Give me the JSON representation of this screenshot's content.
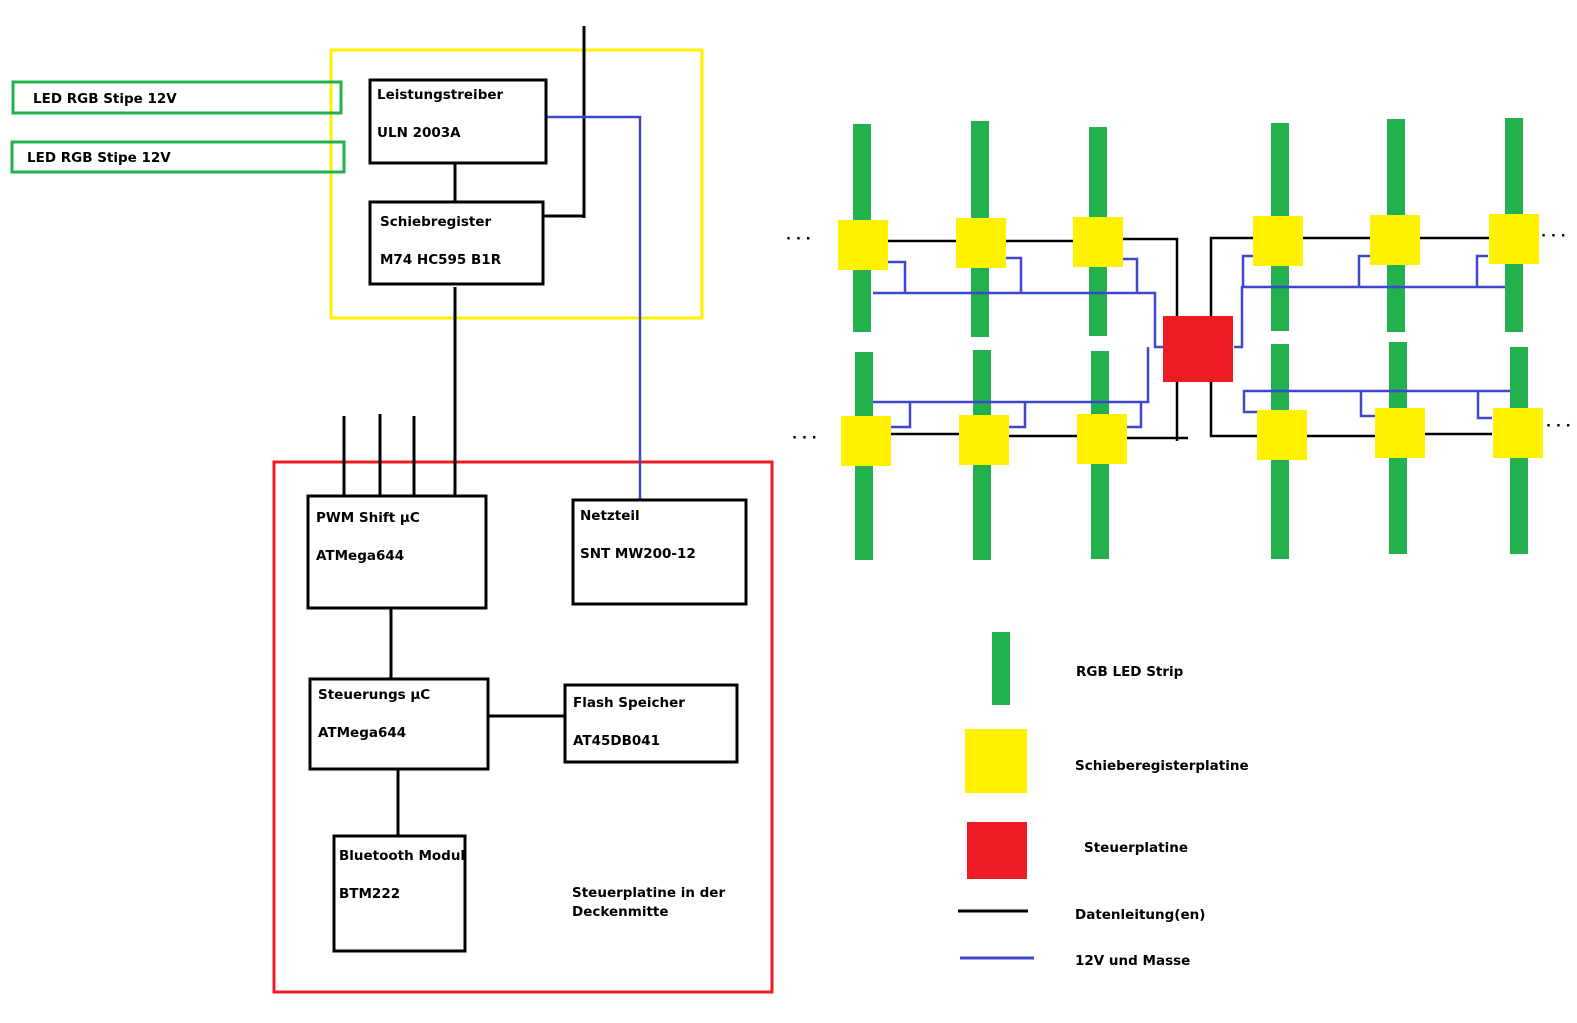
{
  "colors": {
    "led_strip": "#22b14c",
    "shift_board": "#fff200",
    "control_board": "#ed1c24",
    "data_line": "#000000",
    "power_line": "#3f48cc",
    "yellow_frame": "#fff200",
    "red_frame": "#ed1c24",
    "green_frame": "#22b14c"
  },
  "strips": {
    "strip1": "LED RGB Stipe 12V",
    "strip2": "LED RGB Stipe 12V"
  },
  "blocks": {
    "driver": {
      "title": "Leistungstreiber",
      "part": "ULN 2003A"
    },
    "shift": {
      "title": "Schiebregister",
      "part": "M74 HC595 B1R"
    },
    "pwm": {
      "title": "PWM Shift µC",
      "part": "ATMega644"
    },
    "psu": {
      "title": "Netzteil",
      "part": "SNT MW200-12"
    },
    "ctrl": {
      "title": "Steuerungs µC",
      "part": "ATMega644"
    },
    "flash": {
      "title": "Flash Speicher",
      "part": "AT45DB041"
    },
    "bt": {
      "title": "Bluetooth Modul",
      "part": "BTM222"
    }
  },
  "board_caption": {
    "line1": "Steuerplatine in der",
    "line2": "Deckenmitte"
  },
  "ellipsis": "· · ·",
  "legend": {
    "strip": "RGB LED Strip",
    "shift": "Schieberegisterplatine",
    "control": "Steuerplatine",
    "data": "Datenleitung(en)",
    "power": "12V und Masse"
  }
}
